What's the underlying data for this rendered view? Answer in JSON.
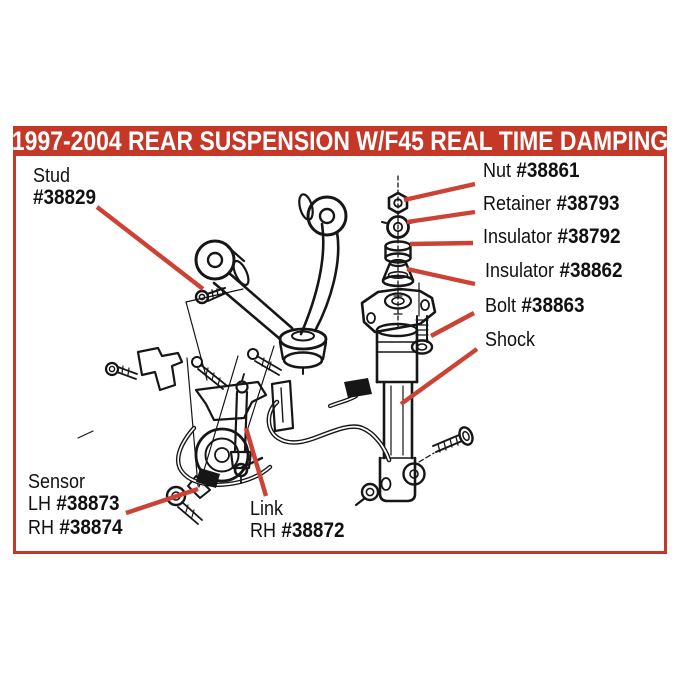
{
  "title_banner": {
    "text": "1997-2004 REAR SUSPENSION W/F45 REAL TIME DAMPING"
  },
  "colors": {
    "banner_red": "#C53828",
    "leader_red": "#CC4234",
    "ink": "#161616",
    "paper": "#FFFFFF"
  },
  "callouts": {
    "stud": {
      "name": "Stud",
      "number": "#38829"
    },
    "nut": {
      "name": "Nut",
      "number": "#38861"
    },
    "retainer": {
      "name": "Retainer",
      "number": "#38793"
    },
    "insulator_upper": {
      "name": "Insulator",
      "number": "#38792"
    },
    "insulator_lower": {
      "name": "Insulator",
      "number": "#38862"
    },
    "bolt": {
      "name": "Bolt",
      "number": "#38863"
    },
    "shock": {
      "name": "Shock"
    },
    "sensor": {
      "name": "Sensor",
      "lh": "LH",
      "lh_number": "#38873",
      "rh": "RH",
      "rh_number": "#38874"
    },
    "link": {
      "name": "Link",
      "rh": "RH",
      "rh_number": "#38872"
    }
  }
}
